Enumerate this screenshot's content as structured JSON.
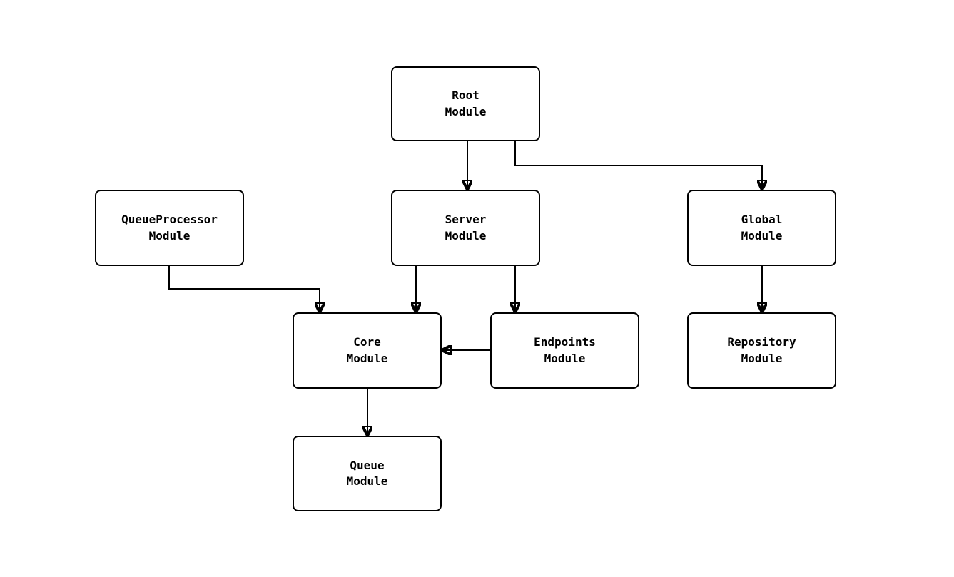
{
  "diagram": {
    "nodes": {
      "root": {
        "label": "Root\nModule"
      },
      "queueprocessor": {
        "label": "QueueProcessor\nModule"
      },
      "server": {
        "label": "Server\nModule"
      },
      "global": {
        "label": "Global\nModule"
      },
      "core": {
        "label": "Core\nModule"
      },
      "endpoints": {
        "label": "Endpoints\nModule"
      },
      "repository": {
        "label": "Repository\nModule"
      },
      "queue": {
        "label": "Queue\nModule"
      }
    },
    "edges": [
      {
        "from": "Root Module",
        "to": "Server Module"
      },
      {
        "from": "Root Module",
        "to": "Global Module"
      },
      {
        "from": "QueueProcessor Module",
        "to": "Core Module"
      },
      {
        "from": "Server Module",
        "to": "Core Module"
      },
      {
        "from": "Server Module",
        "to": "Endpoints Module"
      },
      {
        "from": "Endpoints Module",
        "to": "Core Module"
      },
      {
        "from": "Global Module",
        "to": "Repository Module"
      },
      {
        "from": "Core Module",
        "to": "Queue Module"
      }
    ]
  }
}
